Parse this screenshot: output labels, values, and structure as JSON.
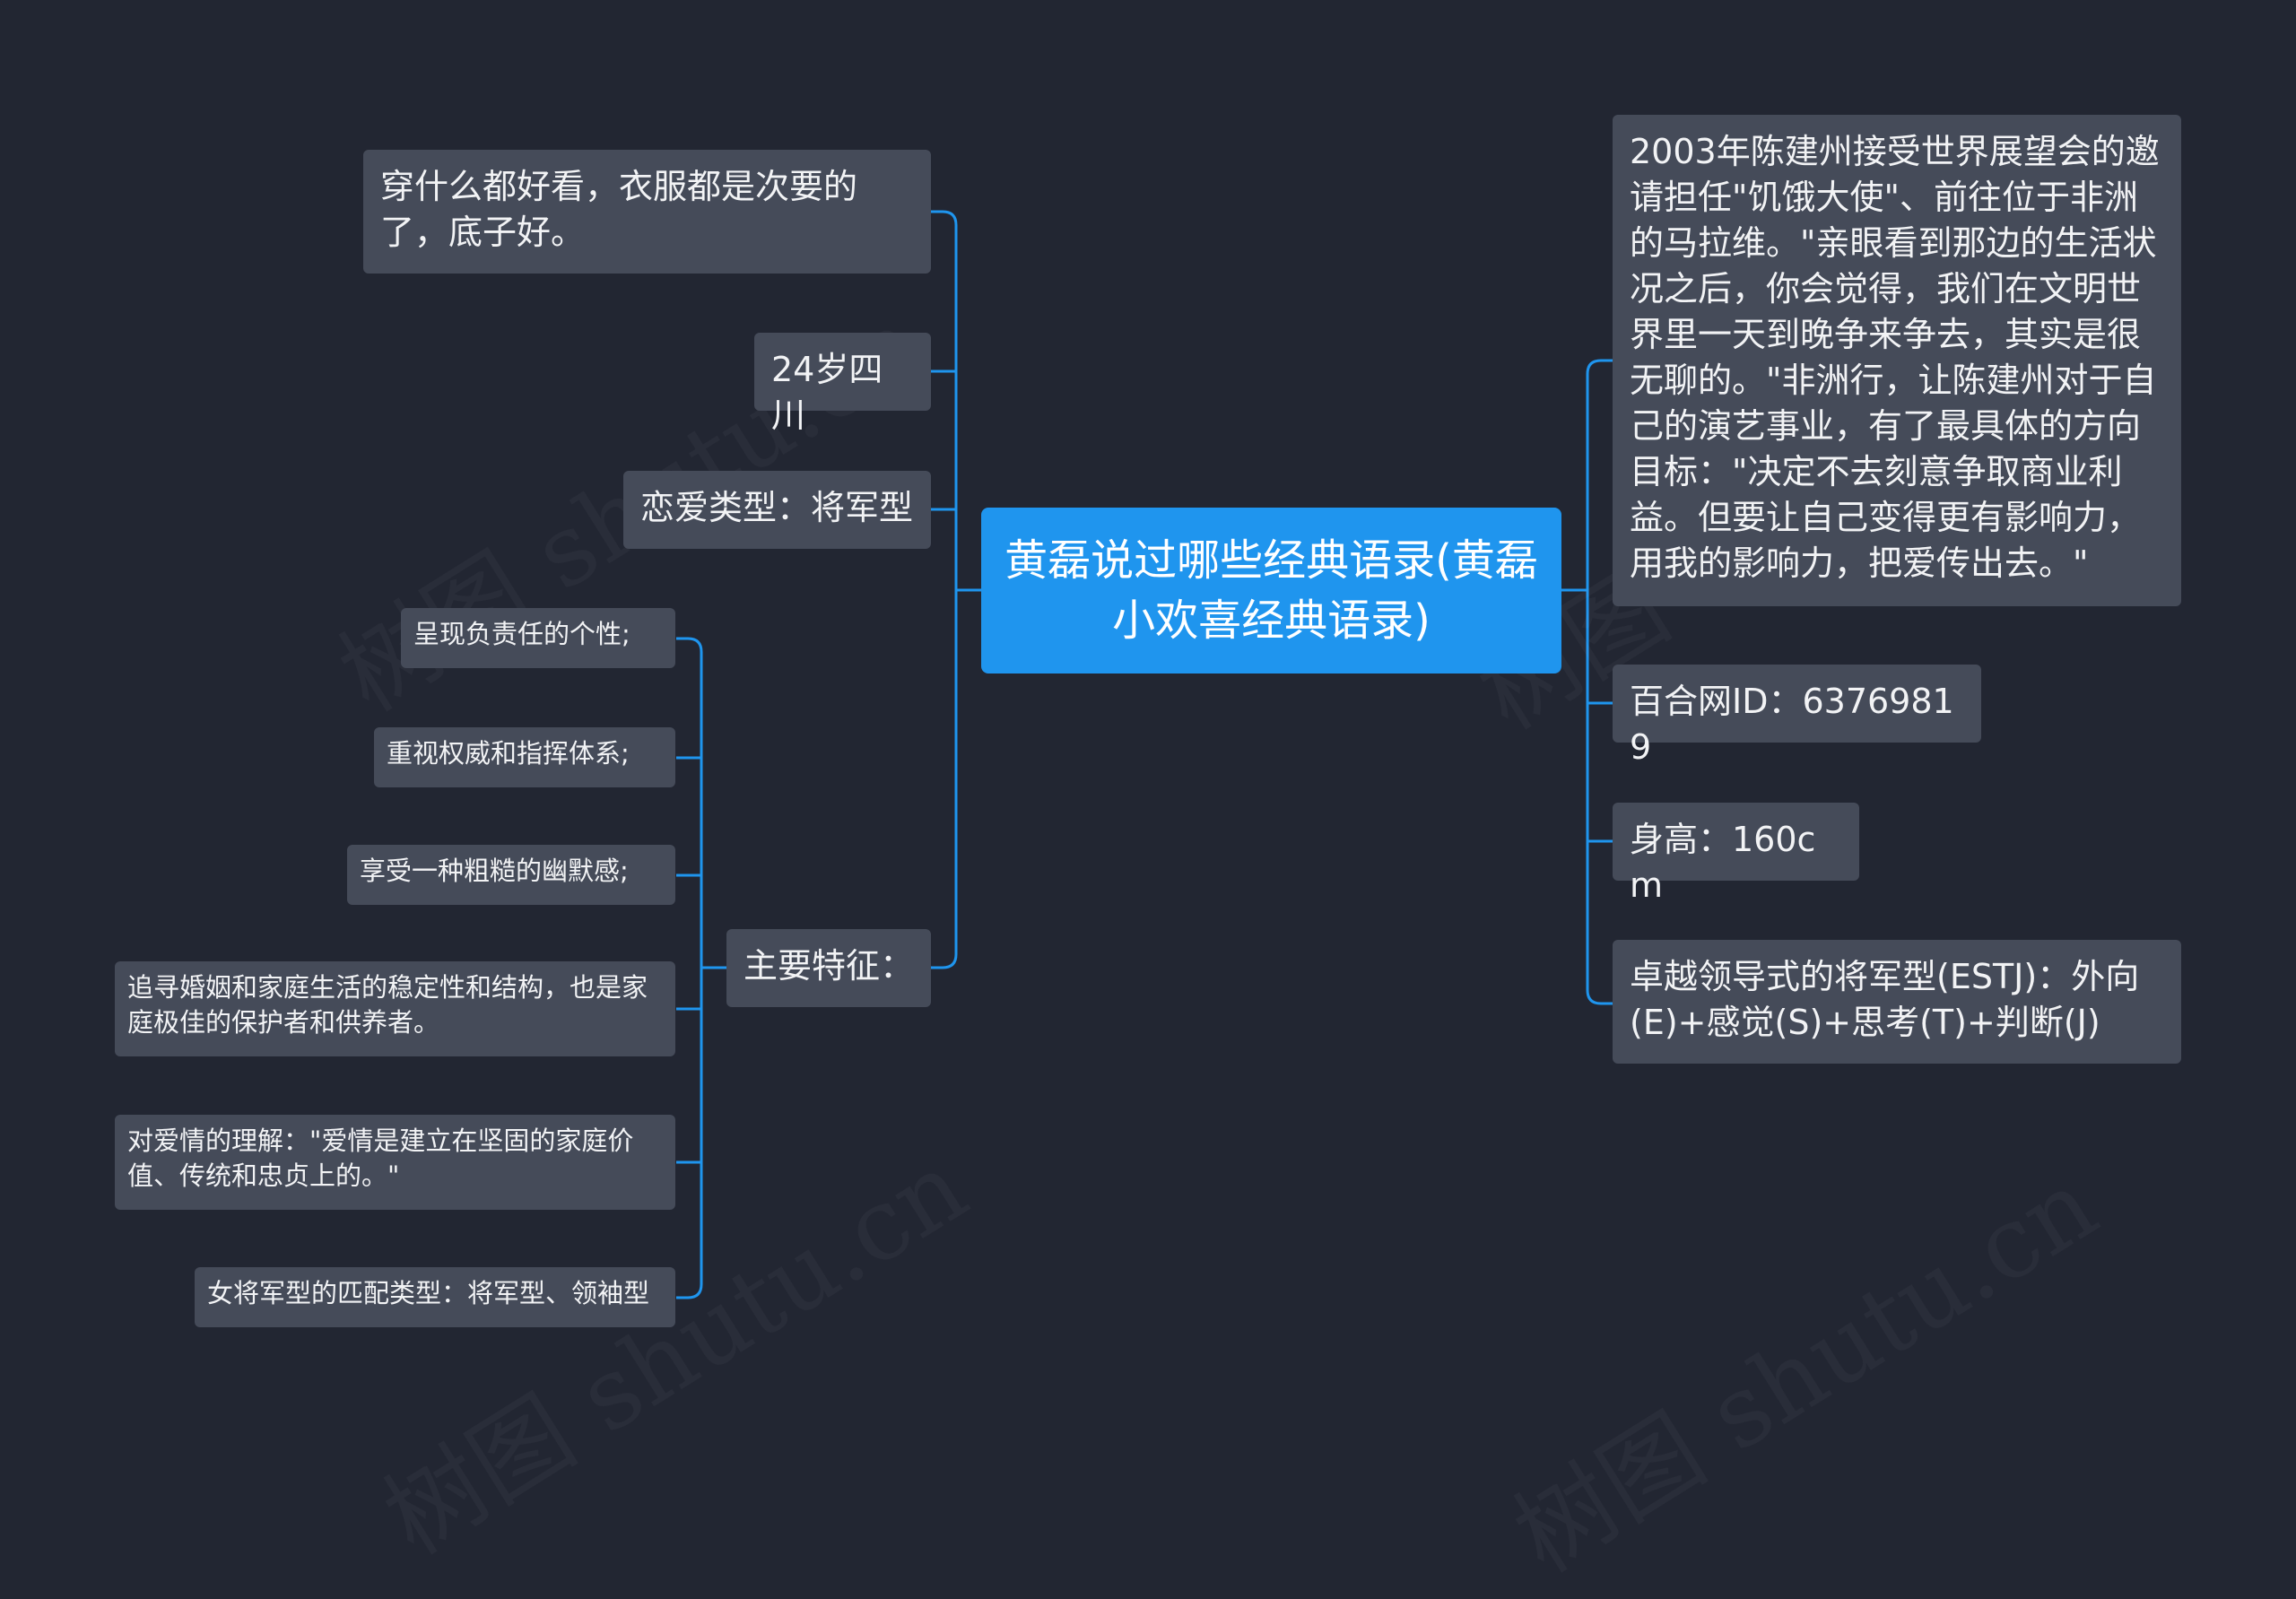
{
  "root": {
    "label": "黄磊说过哪些经典语录(黄磊小欢喜经典语录)"
  },
  "left_branches": [
    {
      "label": "穿什么都好看，衣服都是次要的了，底子好。"
    },
    {
      "label": "24岁四川"
    },
    {
      "label": "恋爱类型：将军型"
    },
    {
      "label": "主要特征："
    }
  ],
  "features": [
    {
      "label": "呈现负责任的个性;"
    },
    {
      "label": "重视权威和指挥体系;"
    },
    {
      "label": "享受一种粗糙的幽默感;"
    },
    {
      "label": "追寻婚姻和家庭生活的稳定性和结构，也是家庭极佳的保护者和供养者。"
    },
    {
      "label": "对爱情的理解：\"爱情是建立在坚固的家庭价值、传统和忠贞上的。\""
    },
    {
      "label": "女将军型的匹配类型：将军型、领袖型"
    }
  ],
  "right_branches": [
    {
      "label": "2003年陈建州接受世界展望会的邀请担任\"饥饿大使\"、前往位于非洲的马拉维。\"亲眼看到那边的生活状况之后，你会觉得，我们在文明世界里一天到晚争来争去，其实是很无聊的。\"非洲行，让陈建州对于自己的演艺事业，有了最具体的方向目标：\"决定不去刻意争取商业利益。但要让自己变得更有影响力，用我的影响力，把爱传出去。\""
    },
    {
      "label": "百合网ID：63769819"
    },
    {
      "label": "身高：160cm"
    },
    {
      "label": "卓越领导式的将军型(ESTJ)：外向(E)+感觉(S)+思考(T)+判断(J)"
    }
  ],
  "watermark": "树图 shutu.cn",
  "colors": {
    "background": "#222632",
    "root_fill": "#1f95ee",
    "node_fill": "#454b59",
    "connector": "#1f95ee",
    "text": "#f2f3f5"
  }
}
